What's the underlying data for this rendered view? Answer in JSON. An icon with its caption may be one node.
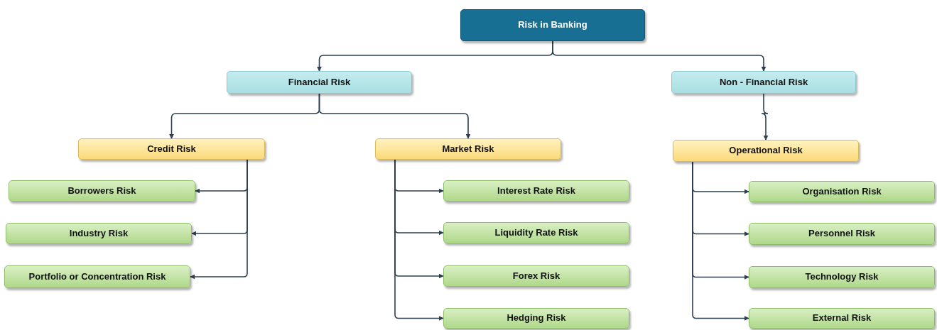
{
  "diagram": {
    "nodes": [
      {
        "text": [
          "Risk in Banking"
        ]
      },
      {
        "text": [
          "Financial Risk"
        ]
      },
      {
        "text": [
          "Non - Financial Risk"
        ]
      },
      {
        "text": [
          "Credit Risk"
        ]
      },
      {
        "text": [
          "Market Risk"
        ]
      },
      {
        "text": [
          "Operational Risk"
        ]
      },
      {
        "text": [
          "Borrowers Risk"
        ]
      },
      {
        "text": [
          "Industry Risk"
        ]
      },
      {
        "text": [
          "Portfolio or Concentration Risk"
        ]
      },
      {
        "text": [
          "Interest Rate Risk"
        ]
      },
      {
        "text": [
          "Liquidity Rate Risk"
        ]
      },
      {
        "text": [
          "Forex Risk"
        ]
      },
      {
        "text": [
          "Hedging Risk"
        ]
      },
      {
        "text": [
          "Organisation Risk"
        ]
      },
      {
        "text": [
          "Personnel Risk"
        ]
      },
      {
        "text": [
          "Technology Risk"
        ]
      },
      {
        "text": [
          "External Risk"
        ]
      }
    ],
    "edges": [
      {
        "from": 0,
        "to": 1,
        "arrow": "to"
      },
      {
        "from": 0,
        "to": 2,
        "arrow": "to"
      },
      {
        "from": 1,
        "to": 3,
        "arrow": "to"
      },
      {
        "from": 1,
        "to": 4,
        "arrow": "to"
      },
      {
        "from": 2,
        "to": 5,
        "arrow": "to"
      },
      {
        "from": 3,
        "to": 6,
        "arrow": "to"
      },
      {
        "from": 3,
        "to": 7,
        "arrow": "to"
      },
      {
        "from": 3,
        "to": 8,
        "arrow": "to"
      },
      {
        "from": 4,
        "to": 9,
        "arrow": "to"
      },
      {
        "from": 4,
        "to": 10,
        "arrow": "to"
      },
      {
        "from": 4,
        "to": 11,
        "arrow": "to"
      },
      {
        "from": 4,
        "to": 12,
        "arrow": "to"
      },
      {
        "from": 5,
        "to": 13,
        "arrow": "to"
      },
      {
        "from": 5,
        "to": 14,
        "arrow": "to"
      },
      {
        "from": 5,
        "to": 15,
        "arrow": "to"
      },
      {
        "from": 5,
        "to": 16,
        "arrow": "to"
      }
    ]
  }
}
